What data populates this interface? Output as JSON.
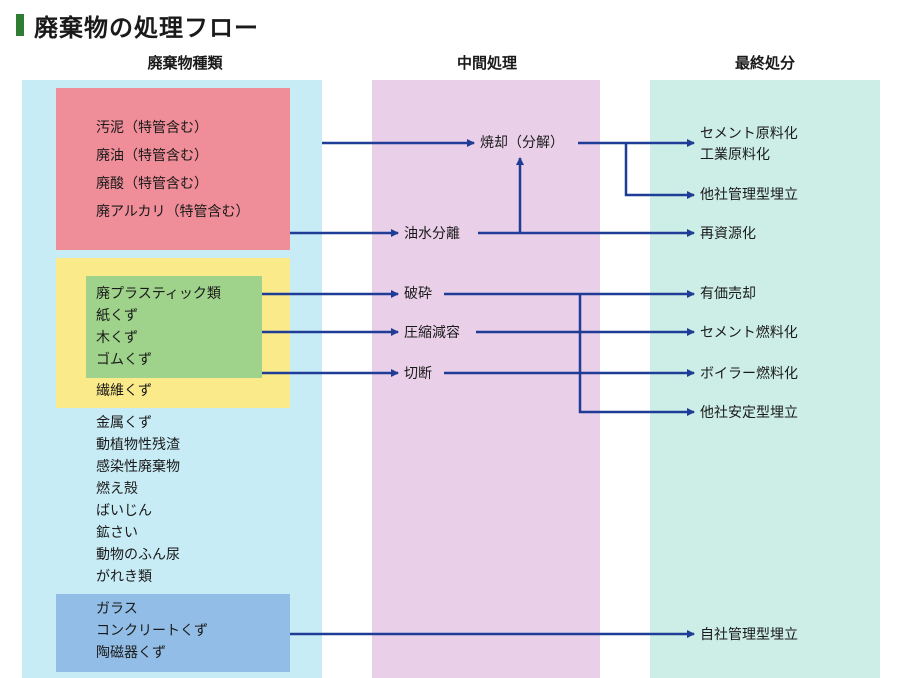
{
  "title": "廃棄物の処理フロー",
  "colors": {
    "col_waste": "#c8ecf6",
    "col_middle": "#e9cfe8",
    "col_final": "#cdeee6",
    "box_red": "#ef8d98",
    "box_yellow": "#fbea8a",
    "box_green": "#9fd28a",
    "box_blue": "#92bde6",
    "arrow": "#1f3d96",
    "title_mark": "#2e7d32"
  },
  "columns": {
    "waste": "廃棄物種類",
    "middle": "中間処理",
    "final": "最終処分"
  },
  "waste": {
    "liquid": [
      "汚泥（特管含む）",
      "廃油（特管含む）",
      "廃酸（特管含む）",
      "廃アルカリ（特管含む）"
    ],
    "solid_green": [
      "廃プラスティック類",
      "紙くず",
      "木くず",
      "ゴムくず"
    ],
    "solid_yellow": [
      "繊維くず"
    ],
    "other": [
      "金属くず",
      "動植物性残渣",
      "感染性廃棄物",
      "燃え殻",
      "ばいじん",
      "鉱さい",
      "動物のふん尿",
      "がれき類"
    ],
    "glass": [
      "ガラス",
      "コンクリートくず",
      "陶磁器くず"
    ]
  },
  "middle": {
    "incineration": "焼却（分解）",
    "oil_water": "油水分離",
    "crushing": "破砕",
    "compression": "圧縮減容",
    "cutting": "切断"
  },
  "final": {
    "cement_raw_1": "セメント原料化",
    "cement_raw_2": "工業原料化",
    "managed_landfill": "他社管理型埋立",
    "recycling": "再資源化",
    "sale": "有価売却",
    "cement_fuel": "セメント燃料化",
    "boiler_fuel": "ボイラー燃料化",
    "stable_landfill": "他社安定型埋立",
    "own_landfill": "自社管理型埋立"
  }
}
